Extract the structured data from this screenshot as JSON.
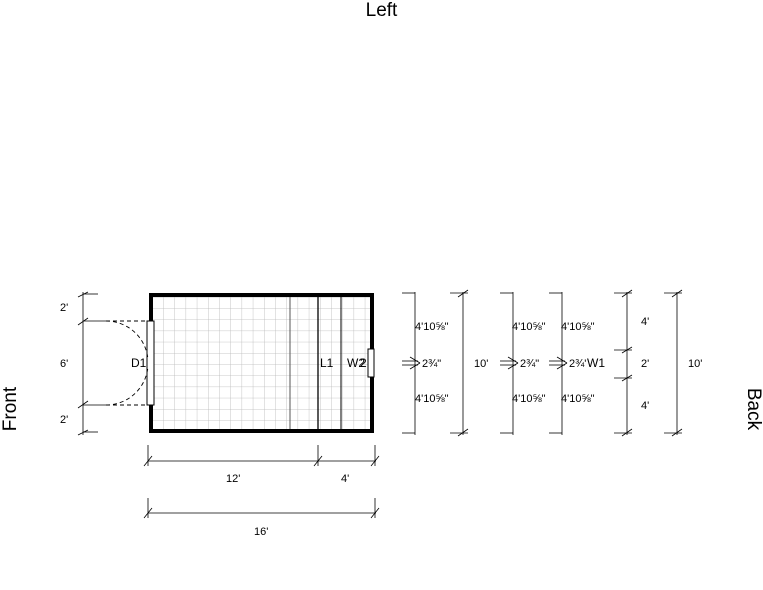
{
  "sides": {
    "left": "Left",
    "front": "Front",
    "back": "Back"
  },
  "tags": {
    "door": "D1",
    "loft": "L1",
    "window_combo": "W2",
    "window_2": "2",
    "window_1": "W1"
  },
  "dims": {
    "front_top": "2'",
    "front_mid": "6'",
    "front_bot": "2'",
    "bottom_12": "12'",
    "bottom_4": "4'",
    "bottom_16": "16'",
    "wall_10": "10'",
    "c1_top": "4'10⅝\"",
    "c1_mid": "2¾\"",
    "c1_bot": "4'10⅝\"",
    "c2_top": "4'10⅝\"",
    "c2_mid": "2¾\"",
    "c2_bot": "4'10⅝\"",
    "c3_top": "4'10⅝\"",
    "c3_mid": "2¾'",
    "c3_bot": "4'10⅝\"",
    "c4_top": "4'",
    "c4_mid": "2'",
    "c4_bot": "4'",
    "right_10": "10'"
  }
}
